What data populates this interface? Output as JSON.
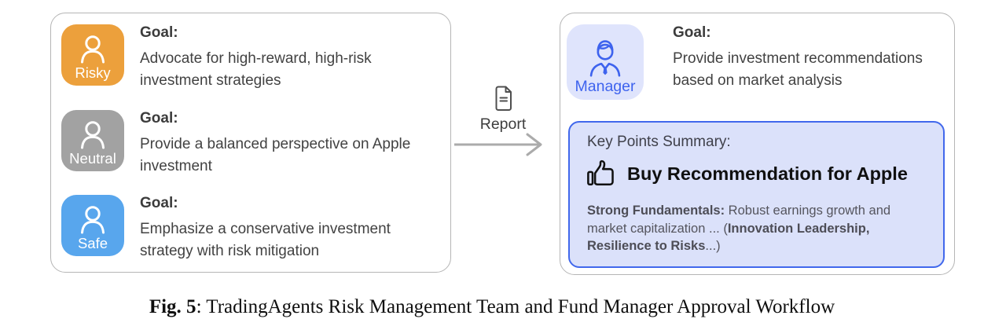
{
  "figure_caption": {
    "label": "Fig. 5",
    "text": ": TradingAgents Risk Management Team and Fund Manager Approval Workflow"
  },
  "risk_team": {
    "agents": [
      {
        "name": "Risky",
        "color": "#ECA03C",
        "icon": "person-icon",
        "goal_label": "Goal:",
        "goal": "Advocate for high-reward, high-risk investment strategies"
      },
      {
        "name": "Neutral",
        "color": "#A2A2A2",
        "icon": "person-icon",
        "goal_label": "Goal:",
        "goal": "Provide a balanced perspective on Apple investment"
      },
      {
        "name": "Safe",
        "color": "#58A6ED",
        "icon": "person-icon",
        "goal_label": "Goal:",
        "goal": "Emphasize a conservative investment strategy with risk mitigation"
      }
    ]
  },
  "connector": {
    "label": "Report",
    "icon": "document-icon",
    "arrow_color": "#ABABAB"
  },
  "manager": {
    "name": "Manager",
    "icon": "businessman-icon",
    "accent": "#3E63EE",
    "bg": "#DFE4FC",
    "goal_label": "Goal:",
    "goal": "Provide investment recommendations based on market analysis"
  },
  "summary": {
    "bg": "#DBE1FA",
    "border": "#4168EC",
    "title": "Key Points Summary:",
    "icon": "thumbs-up-icon",
    "headline": "Buy Recommendation for Apple",
    "body_segments": [
      {
        "text": "Strong Fundamentals:",
        "bold": true
      },
      {
        "text": " Robust earnings growth and market capitalization ... (",
        "bold": false
      },
      {
        "text": "Innovation Leadership, Resilience to Risks",
        "bold": true
      },
      {
        "text": "...)",
        "bold": false
      }
    ]
  }
}
